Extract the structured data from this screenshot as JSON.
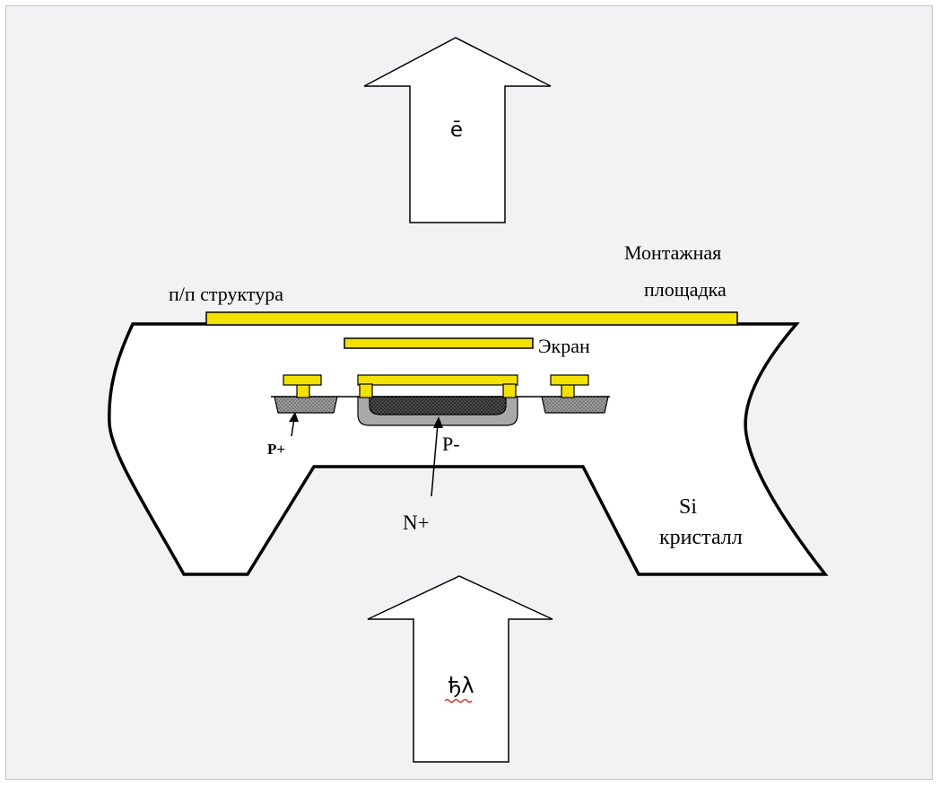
{
  "colors": {
    "background": "#f2f2f4",
    "metal": "#f3e100",
    "outline": "#000000",
    "crystal_fill": "#ffffff",
    "p_plus_region": "#8c8c8c",
    "n_plus_region": "#3a3a3a",
    "p_minus_region": "#a9a9a9",
    "spellcheck_underline": "#e03030"
  },
  "labels": {
    "electron_arrow": "ē",
    "photon_arrow": "ђλ",
    "pn_structure": "п/п структура",
    "mounting_pad_line1": "Монтажная",
    "mounting_pad_line2": "площадка",
    "screen": "Экран",
    "p_plus": "P+",
    "p_minus": "P-",
    "n_plus": "N+",
    "si_line1": "Si",
    "si_line2": "кристалл"
  },
  "icons": {
    "top_arrow": "up-arrow-outline",
    "bottom_arrow": "up-arrow-outline"
  }
}
